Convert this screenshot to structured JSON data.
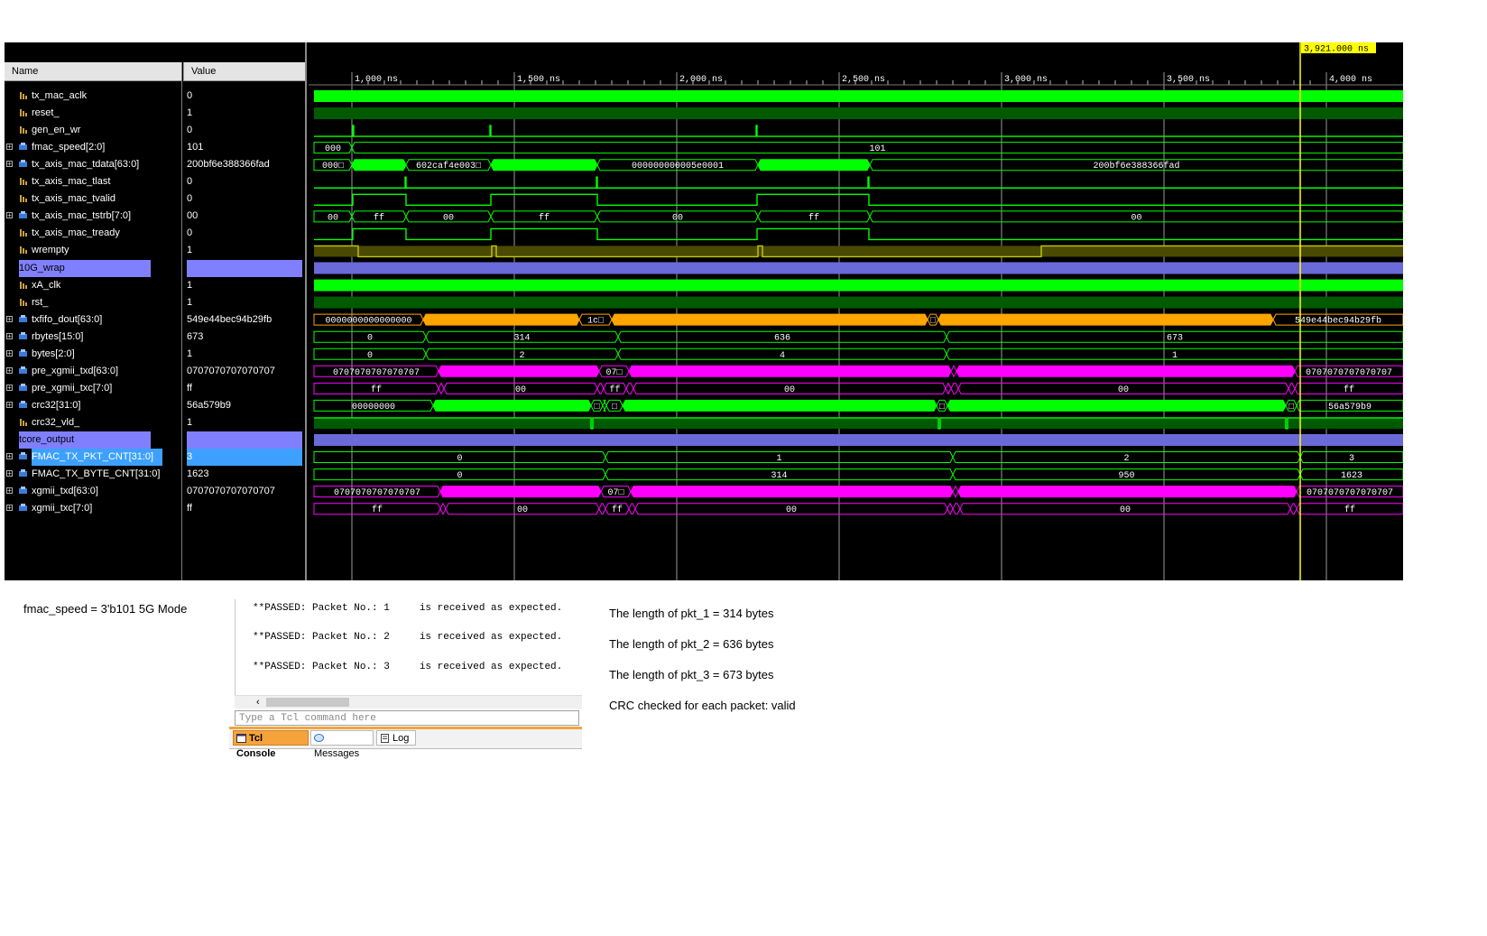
{
  "waveform": {
    "headers": {
      "name": "Name",
      "value": "Value"
    },
    "cursor_label": "3,921.000 ns",
    "time_ticks": [
      "1,000 ns",
      "1,500 ns",
      "2,000 ns",
      "2,500 ns",
      "3,000 ns",
      "3,500 ns",
      "4,000 ns"
    ],
    "signals": [
      {
        "name": "tx_mac_aclk",
        "value": "0",
        "kind": "bit"
      },
      {
        "name": "reset_",
        "value": "1",
        "kind": "bit"
      },
      {
        "name": "gen_en_wr",
        "value": "0",
        "kind": "bit"
      },
      {
        "name": "fmac_speed[2:0]",
        "value": "101",
        "kind": "bus"
      },
      {
        "name": "tx_axis_mac_tdata[63:0]",
        "value": "200bf6e388366fad",
        "kind": "bus"
      },
      {
        "name": "tx_axis_mac_tlast",
        "value": "0",
        "kind": "bit"
      },
      {
        "name": "tx_axis_mac_tvalid",
        "value": "0",
        "kind": "bit"
      },
      {
        "name": "tx_axis_mac_tstrb[7:0]",
        "value": "00",
        "kind": "bus"
      },
      {
        "name": "tx_axis_mac_tready",
        "value": "0",
        "kind": "bit"
      },
      {
        "name": "wrempty",
        "value": "1",
        "kind": "bit"
      },
      {
        "name": "10G_wrap",
        "value": "",
        "kind": "group"
      },
      {
        "name": "xA_clk",
        "value": "1",
        "kind": "bit"
      },
      {
        "name": "rst_",
        "value": "1",
        "kind": "bit"
      },
      {
        "name": "txfifo_dout[63:0]",
        "value": "549e44bec94b29fb",
        "kind": "bus"
      },
      {
        "name": "rbytes[15:0]",
        "value": "673",
        "kind": "bus"
      },
      {
        "name": "bytes[2:0]",
        "value": "1",
        "kind": "bus"
      },
      {
        "name": "pre_xgmii_txd[63:0]",
        "value": "0707070707070707",
        "kind": "bus"
      },
      {
        "name": "pre_xgmii_txc[7:0]",
        "value": "ff",
        "kind": "bus"
      },
      {
        "name": "crc32[31:0]",
        "value": "56a579b9",
        "kind": "bus"
      },
      {
        "name": "crc32_vld_",
        "value": "1",
        "kind": "bit"
      },
      {
        "name": "tcore_output",
        "value": "",
        "kind": "group"
      },
      {
        "name": "FMAC_TX_PKT_CNT[31:0]",
        "value": "3",
        "kind": "bus",
        "selected": true
      },
      {
        "name": "FMAC_TX_BYTE_CNT[31:0]",
        "value": "1623",
        "kind": "bus"
      },
      {
        "name": "xgmii_txd[63:0]",
        "value": "0707070707070707",
        "kind": "bus"
      },
      {
        "name": "xgmii_txc[7:0]",
        "value": "ff",
        "kind": "bus"
      }
    ],
    "wave_labels": {
      "fmac_speed": [
        "000",
        "101"
      ],
      "tdata": [
        "000□",
        "602caf4e003□",
        "000000000005e0001",
        "200bf6e388366fad"
      ],
      "tstrb": [
        "00",
        "ff",
        "00",
        "ff",
        "00",
        "ff",
        "00"
      ],
      "txfifo": [
        "0000000000000000",
        "1c□",
        "□",
        "549e44bec94b29fb"
      ],
      "rbytes": [
        "0",
        "314",
        "636",
        "673"
      ],
      "bytes": [
        "0",
        "2",
        "4",
        "1"
      ],
      "pre_txd": [
        "0707070707070707",
        "07□",
        "0707070707070707"
      ],
      "pre_txc": [
        "ff",
        "00",
        "ff",
        "00",
        "00",
        "ff"
      ],
      "crc": [
        "00000000",
        "□",
        "□",
        "□",
        "□",
        "56a579b9"
      ],
      "pkt_cnt": [
        "0",
        "1",
        "2",
        "3"
      ],
      "byte_cnt": [
        "0",
        "314",
        "950",
        "1623"
      ],
      "xgmii_txd": [
        "0707070707070707",
        "07□",
        "0707070707070707"
      ],
      "xgmii_txc": [
        "ff",
        "00",
        "ff",
        "00",
        "00",
        "ff"
      ]
    },
    "colors": {
      "bright": "#00ff00",
      "dark_green": "#005a00",
      "orange": "#ffa500",
      "magenta": "#ff00ff",
      "group": "#6a6ad8",
      "wrempty": "#4a4a00",
      "cursor": "#ffff00"
    }
  },
  "notes": {
    "speed": "fmac_speed = 3'b101  5G Mode",
    "pkt1": "The length of pkt_1 = 314 bytes",
    "pkt2": "The length of pkt_2 = 636 bytes",
    "pkt3": "The length of pkt_3 = 673 bytes",
    "crc": "CRC checked for each packet: valid"
  },
  "tcl_console": {
    "lines": [
      "**PASSED: Packet No.: 1     is received as expected.",
      "**PASSED: Packet No.: 2     is received as expected.",
      "**PASSED: Packet No.: 3     is received as expected."
    ],
    "input_placeholder": "Type a Tcl command here",
    "tabs": [
      "Tcl Console",
      "Messages",
      "Log"
    ]
  }
}
